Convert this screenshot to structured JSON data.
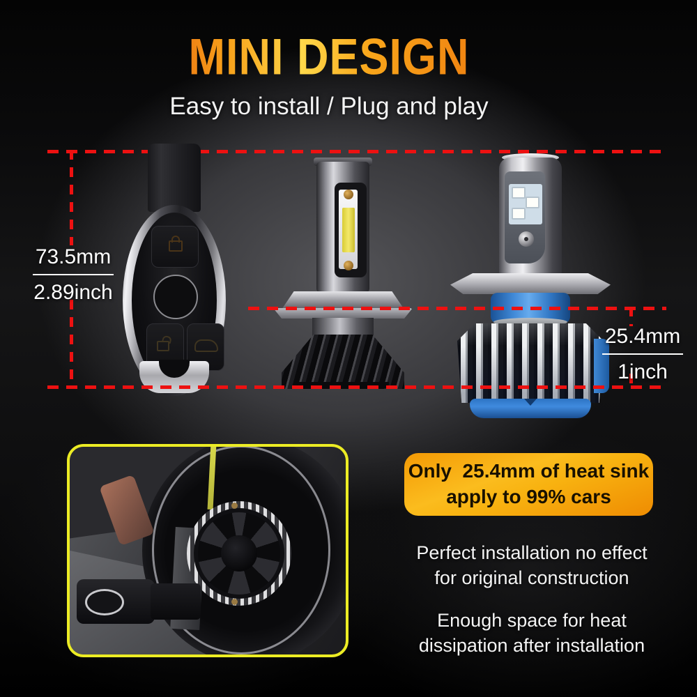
{
  "header": {
    "title": "MINI DESIGN",
    "subtitle": "Easy to install / Plug and play"
  },
  "measurements": {
    "height": {
      "metric": "73.5mm",
      "imperial": "2.89inch"
    },
    "heatsink": {
      "metric": "25.4mm",
      "imperial": "1inch"
    }
  },
  "callout": {
    "line1": "Only  25.4mm of heat sink",
    "line2": "apply to 99% cars"
  },
  "notes": [
    {
      "line1": "Perfect installation no effect",
      "line2": "for original construction"
    },
    {
      "line1": "Enough space for heat",
      "line2": "dissipation after installation"
    }
  ],
  "colors": {
    "dashed_line_red": "#ed1111",
    "photo_frame_yellow": "#ecec24",
    "title_gradient": [
      "#e96a10",
      "#ffd84a",
      "#ee7b0f"
    ],
    "callout_orange_light": "#fbbc1e",
    "callout_orange_dark": "#ef8c02",
    "bulb_blue": "#3c86d6",
    "cob_led_yellow": "#f4e96a"
  }
}
